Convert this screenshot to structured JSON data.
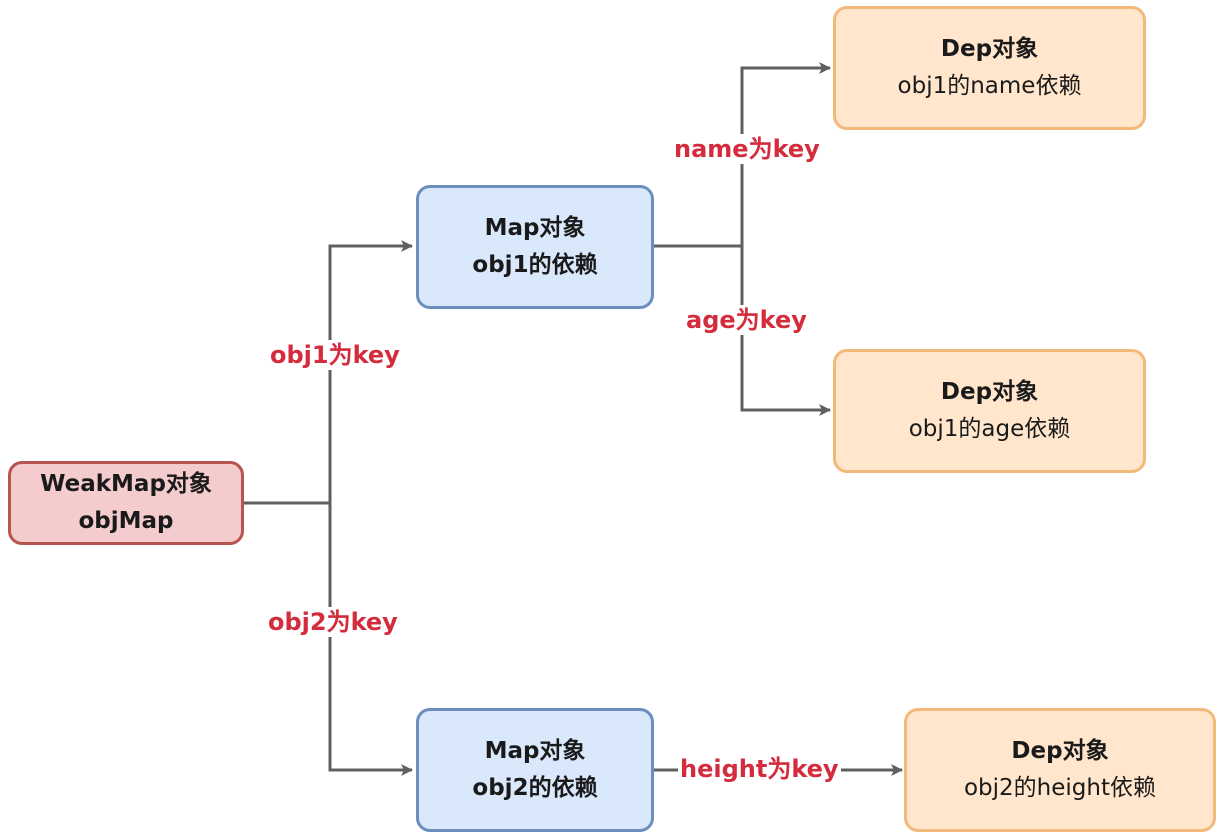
{
  "colors": {
    "edge": "#5f5f5f",
    "label": "#d42c3c",
    "weakmap_fill": "#f4cccd",
    "weakmap_stroke": "#b85450",
    "map_fill": "#dae8fc",
    "map_stroke": "#6c8ebf",
    "dep_fill": "#ffe6cc",
    "dep_stroke": "#f2b97a"
  },
  "nodes": {
    "weakmap": {
      "line1": "WeakMap对象",
      "line2": "objMap"
    },
    "map_obj1": {
      "line1": "Map对象",
      "line2": "obj1的依赖"
    },
    "map_obj2": {
      "line1": "Map对象",
      "line2": "obj2的依赖"
    },
    "dep_obj1_name": {
      "line1": "Dep对象",
      "line2": "obj1的name依赖"
    },
    "dep_obj1_age": {
      "line1": "Dep对象",
      "line2": "obj1的age依赖"
    },
    "dep_obj2_height": {
      "line1": "Dep对象",
      "line2": "obj2的height依赖"
    }
  },
  "edge_labels": {
    "obj1_key": "obj1为key",
    "obj2_key": "obj2为key",
    "name_key": "name为key",
    "age_key": "age为key",
    "height_key": "height为key"
  }
}
